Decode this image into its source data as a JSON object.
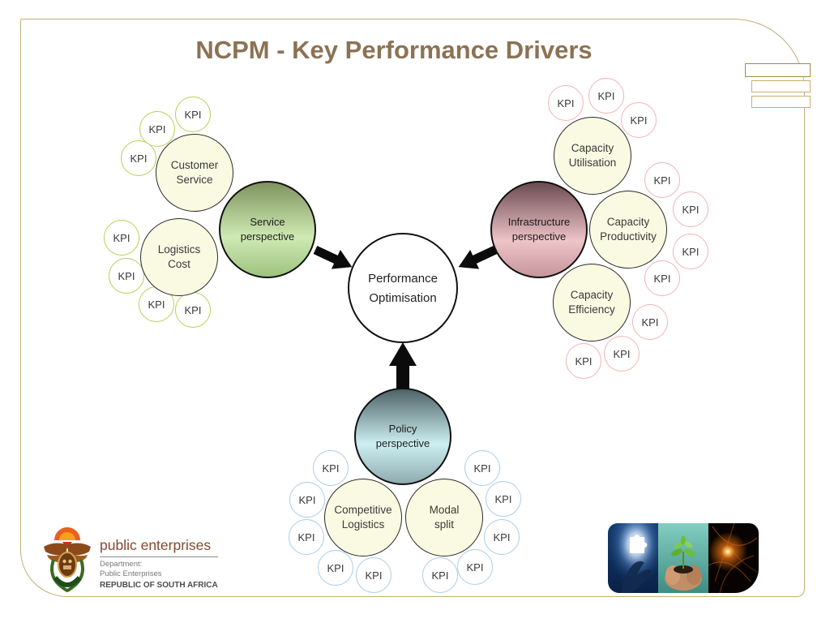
{
  "title": "NCPM - Key Performance Drivers",
  "center": {
    "line1": "Performance",
    "line2": "Optimisation"
  },
  "kpi": "KPI",
  "perspectives": {
    "service": {
      "line1": "Service",
      "line2": "perspective"
    },
    "infrastructure": {
      "line1": "Infrastructure",
      "line2": "perspective"
    },
    "policy": {
      "line1": "Policy",
      "line2": "perspective"
    }
  },
  "drivers": {
    "customer_service": {
      "line1": "Customer",
      "line2": "Service"
    },
    "logistics_cost": {
      "line1": "Logistics",
      "line2": "Cost"
    },
    "capacity_utilisation": {
      "line1": "Capacity",
      "line2": "Utilisation"
    },
    "capacity_productivity": {
      "line1": "Capacity",
      "line2": "Productivity"
    },
    "capacity_efficiency": {
      "line1": "Capacity",
      "line2": "Efficiency"
    },
    "competitive_logistics": {
      "line1": "Competitive",
      "line2": "Logistics"
    },
    "modal_split": {
      "line1": "Modal",
      "line2": "split"
    }
  },
  "logo": {
    "org": "public enterprises",
    "dept_label": "Department:",
    "dept_name": "Public Enterprises",
    "country": "REPUBLIC OF SOUTH AFRICA"
  },
  "colors": {
    "title": "#8C7254",
    "frame": "#C0B078",
    "kpi_green_border": "#B8CF55",
    "kpi_pink_border": "#F2B2B8",
    "kpi_blue_border": "#AACDE8",
    "driver_fill": "#FAFAE3",
    "service_gradient_top": "#7F935F",
    "service_gradient_bottom": "#9DC37E",
    "infrastructure_gradient_top": "#6B4B50",
    "infrastructure_gradient_bottom": "#C6969B",
    "policy_gradient_top": "#4D6266",
    "policy_gradient_bottom": "#8FABAF",
    "arrow": "#0B0B0B"
  }
}
